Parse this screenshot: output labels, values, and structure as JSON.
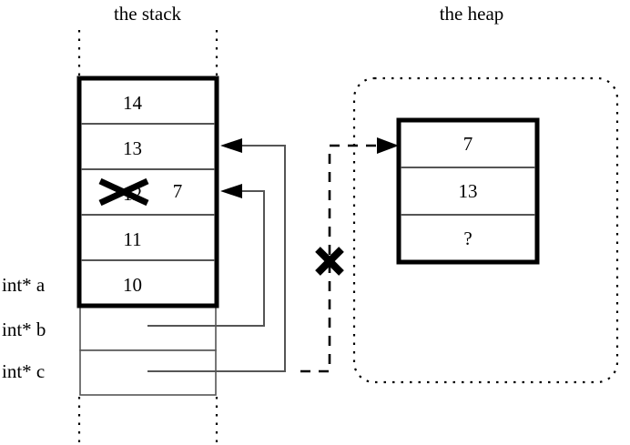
{
  "figure": {
    "kind": "memory-diagram",
    "colors": {
      "stroke": "#000000",
      "background": "#ffffff",
      "thin_line": "#555555"
    },
    "titles": {
      "stack": "the stack",
      "heap": "the heap"
    }
  },
  "stack": {
    "label": "the stack",
    "frame_cells": [
      {
        "value": "14",
        "crossed_out": false,
        "new_value": ""
      },
      {
        "value": "13",
        "crossed_out": false,
        "new_value": ""
      },
      {
        "value": "12",
        "crossed_out": true,
        "new_value": "7"
      },
      {
        "value": "11",
        "crossed_out": false,
        "new_value": ""
      },
      {
        "value": "10",
        "crossed_out": false,
        "new_value": ""
      }
    ],
    "pointer_vars": [
      {
        "name": "int* a",
        "value": "",
        "points_to": "heap-block-top"
      },
      {
        "name": "int* b",
        "value": "",
        "points_to": "stack-cell-12"
      },
      {
        "name": "int* c",
        "value": "",
        "points_to": "stack-cell-13"
      }
    ]
  },
  "heap": {
    "label": "the heap",
    "block_cells": [
      {
        "value": "7"
      },
      {
        "value": "13"
      },
      {
        "value": "?"
      }
    ]
  },
  "annotations": {
    "cross_marks": [
      {
        "name": "crossed-out-stack-value",
        "target": "12"
      },
      {
        "name": "crossed-out-pointer-a",
        "target": "int* a -> heap"
      }
    ]
  }
}
